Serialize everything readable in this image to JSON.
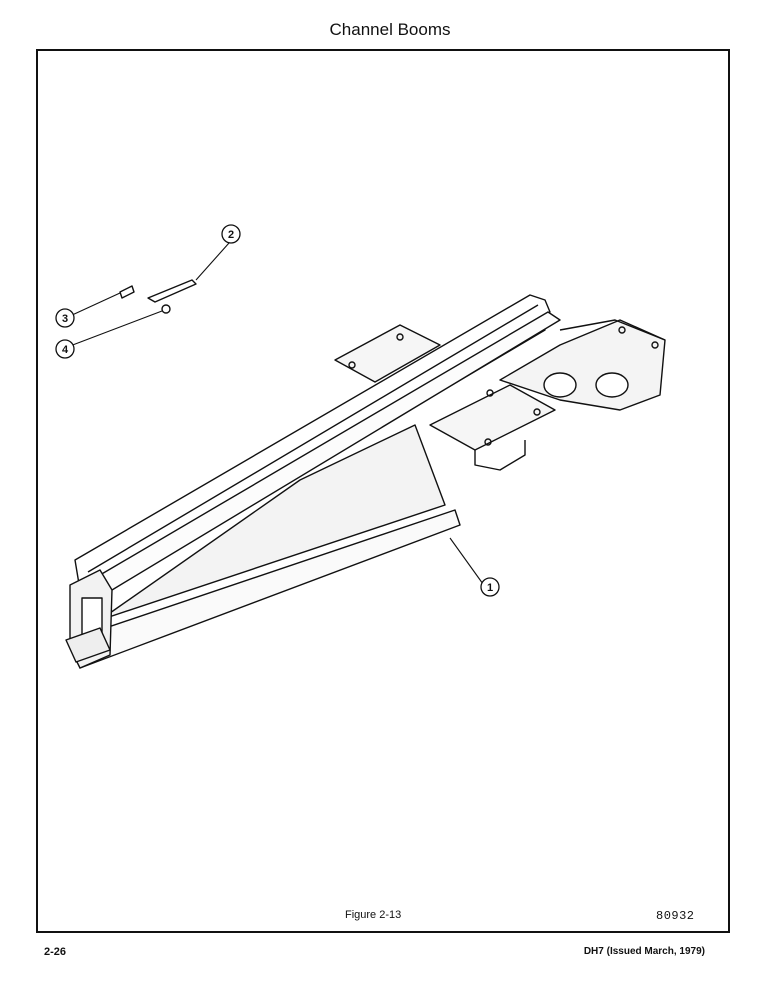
{
  "header": {
    "title": "Channel Booms"
  },
  "figure": {
    "caption": "Figure 2-13",
    "drawing_number": "80932",
    "callouts": [
      "1",
      "2",
      "3",
      "4"
    ]
  },
  "footer": {
    "page_number": "2-26",
    "document_id": "DH7 (Issued March, 1979)"
  }
}
